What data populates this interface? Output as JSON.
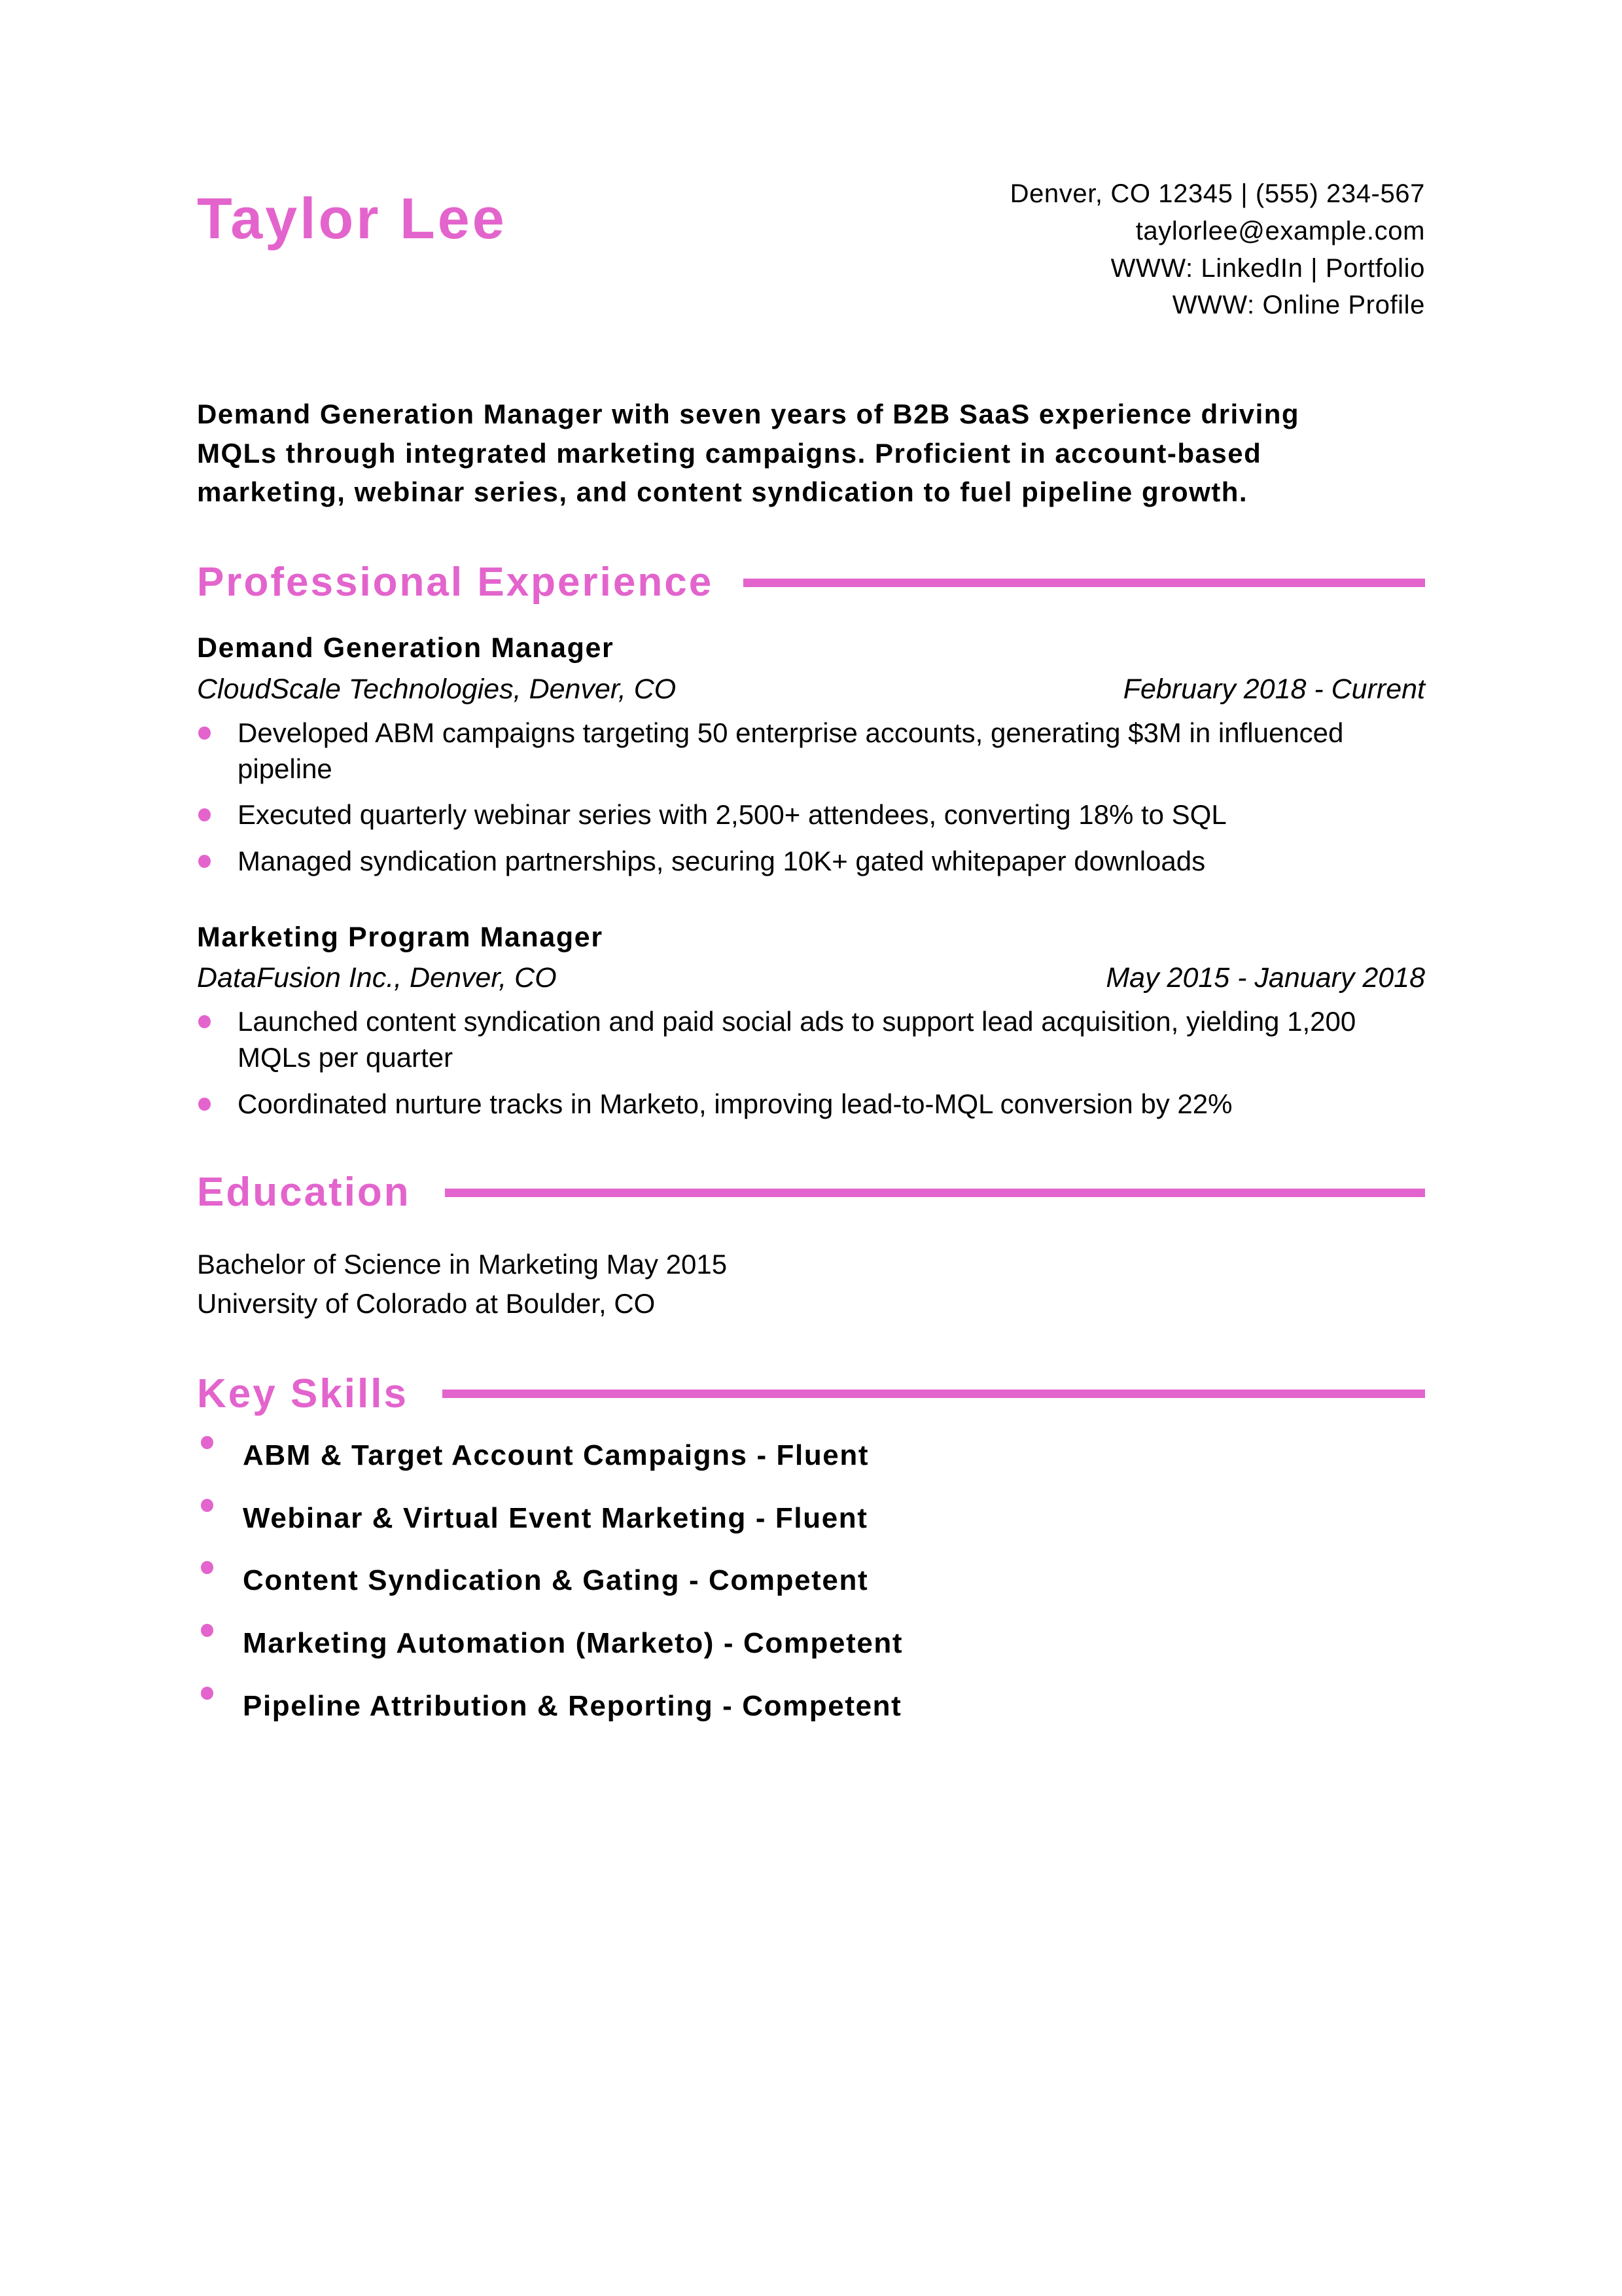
{
  "theme": {
    "accent": "#e364cd",
    "text": "#000000",
    "background": "#ffffff"
  },
  "header": {
    "name": "Taylor Lee",
    "contact": [
      "Denver, CO 12345 | (555) 234-567",
      "taylorlee@example.com",
      "WWW: LinkedIn | Portfolio",
      "WWW: Online Profile"
    ]
  },
  "summary": {
    "text": "Demand Generation Manager with seven years of B2B SaaS experience driving MQLs through integrated marketing campaigns. Proficient in account-based marketing, webinar series, and content syndication to fuel pipeline growth."
  },
  "sections": {
    "experience": {
      "title": "Professional Experience",
      "jobs": [
        {
          "title": "Demand Generation Manager",
          "company": "CloudScale Technologies, Denver, CO",
          "dates": "February 2018 - Current",
          "bullets": [
            "Developed ABM campaigns targeting 50 enterprise accounts, generating $3M in influenced pipeline",
            "Executed quarterly webinar series with 2,500+ attendees, converting 18% to SQL",
            "Managed syndication partnerships, securing 10K+ gated whitepaper downloads"
          ]
        },
        {
          "title": "Marketing Program Manager",
          "company": "DataFusion Inc., Denver, CO",
          "dates": "May 2015 - January 2018",
          "bullets": [
            "Launched content syndication and paid social ads to support lead acquisition, yielding 1,200 MQLs per quarter",
            "Coordinated nurture tracks in Marketo, improving lead-to-MQL conversion by 22%"
          ]
        }
      ]
    },
    "education": {
      "title": "Education",
      "degree": "Bachelor of Science in Marketing May 2015",
      "school": "University of Colorado at Boulder, CO"
    },
    "skills": {
      "title": "Key Skills",
      "items": [
        "ABM & Target Account Campaigns - Fluent",
        "Webinar & Virtual Event Marketing - Fluent",
        "Content Syndication & Gating - Competent",
        "Marketing Automation (Marketo) - Competent",
        "Pipeline Attribution & Reporting - Competent"
      ]
    }
  }
}
